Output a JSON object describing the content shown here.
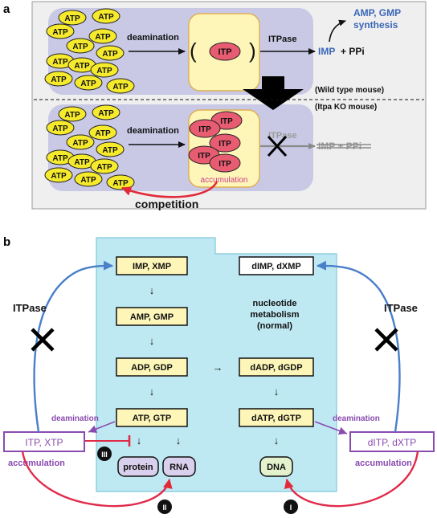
{
  "panel_a": {
    "label": "a",
    "atp": "ATP",
    "itp": "ITP",
    "deamination": "deamination",
    "itpase": "ITPase",
    "imp": "IMP",
    "ppi_plus": "+ PPi",
    "imp_ppi_struck": "IMP + PPi",
    "amp_gmp_line1": "AMP, GMP",
    "amp_gmp_line2": "synthesis",
    "paren_open": "(",
    "paren_close": ")",
    "wild_type": "(Wild type mouse)",
    "ko": "(Itpa KO mouse)",
    "accumulation": "accumulation",
    "competition": "competition",
    "colors": {
      "atp_fill": "#f6ea2c",
      "itp_fill": "#e85c72",
      "panel_bg": "#c9c9e6",
      "box_fill": "#fdf6b8",
      "blue": "#3a66b8",
      "red": "#e12b3a",
      "pink_text": "#d13a8a"
    }
  },
  "panel_b": {
    "label": "b",
    "imp_xmp": "IMP, XMP",
    "amp_gmp": "AMP, GMP",
    "adp_gdp": "ADP, GDP",
    "atp_gtp": "ATP, GTP",
    "dimp_dxmp": "dIMP, dXMP",
    "dadp_dgdp": "dADP, dGDP",
    "datp_dgtp": "dATP, dGTP",
    "nucleotide_line1": "nucleotide",
    "nucleotide_line2": "metabolism",
    "nucleotide_line3": "(normal)",
    "itpase_left": "ITPase",
    "itpase_right": "ITPase",
    "deamination_left": "deamination",
    "deamination_right": "deamination",
    "itp_xtp": "ITP, XTP",
    "ditp_dxtp": "dITP, dXTP",
    "accumulation_left": "accumulation",
    "accumulation_right": "accumulation",
    "protein": "protein",
    "rna": "RNA",
    "dna": "DNA",
    "roman_1": "I",
    "roman_2": "II",
    "roman_3": "III",
    "arrow_down": "↓",
    "arrow_right": "→",
    "colors": {
      "bg": "#bfe9f2",
      "purple": "#8a4bb0",
      "blue": "#4a7fc9",
      "red": "#e12b4a"
    }
  }
}
